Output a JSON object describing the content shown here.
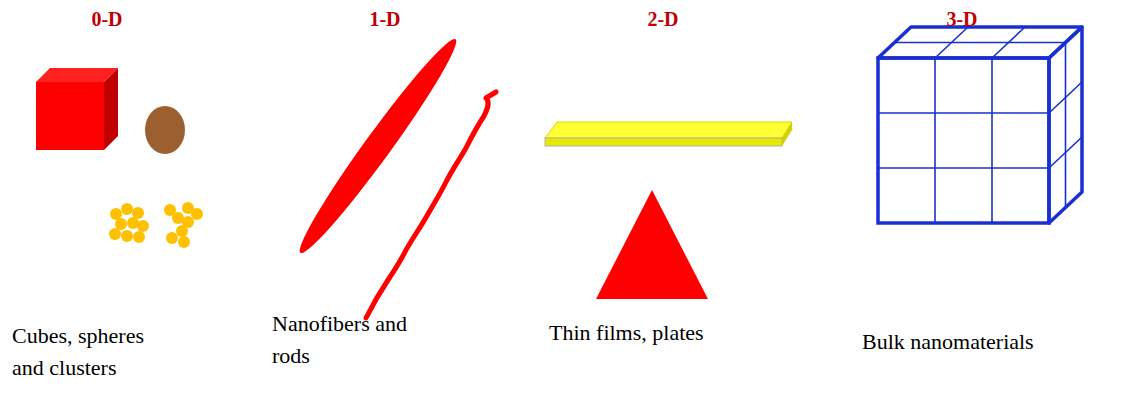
{
  "diagram": {
    "labels": [
      "0-D",
      "1-D",
      "2-D",
      "3-D",
      "Cubes, spheres and clusters",
      "Nanofibers and rods",
      "Thin films, plates",
      "Bulk nanomaterials"
    ]
  }
}
